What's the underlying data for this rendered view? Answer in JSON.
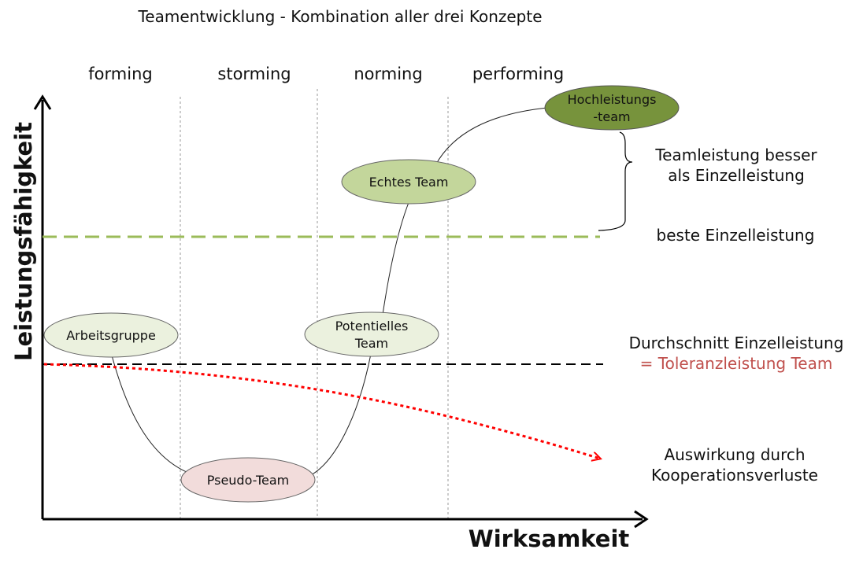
{
  "title": "Teamentwicklung - Kombination aller drei Konzepte",
  "phases": [
    "forming",
    "storming",
    "norming",
    "performing"
  ],
  "axes": {
    "y_label": "Leistungsfähigkeit",
    "x_label": "Wirksamkeit"
  },
  "nodes": {
    "arbeitsgruppe": [
      "Arbeitsgruppe"
    ],
    "pseudo_team": [
      "Pseudo-Team"
    ],
    "potentielles_team": [
      "Potentielles",
      "Team"
    ],
    "echtes_team": [
      "Echtes Team"
    ],
    "hochleistungsteam": [
      "Hochleistungs",
      "-team"
    ]
  },
  "annotations": {
    "teamleistung": [
      "Teamleistung besser",
      "als Einzelleistung"
    ],
    "beste_einzelleistung": "beste Einzelleistung",
    "durchschnitt": "Durchschnitt Einzelleistung",
    "toleranz": "= Toleranzleistung Team",
    "auswirkung": [
      "Auswirkung durch",
      "Kooperationsverluste"
    ]
  },
  "colors": {
    "arbeitsgruppe_fill": "#ebf1de",
    "pseudo_fill": "#f2dcdb",
    "potentielles_fill": "#ebf1de",
    "echtes_fill": "#c3d69b",
    "hochleistung_fill": "#77933c",
    "best_line": "#9bbb59",
    "loss_curve": "#ff0000",
    "toleranz_text": "#c0504d"
  }
}
